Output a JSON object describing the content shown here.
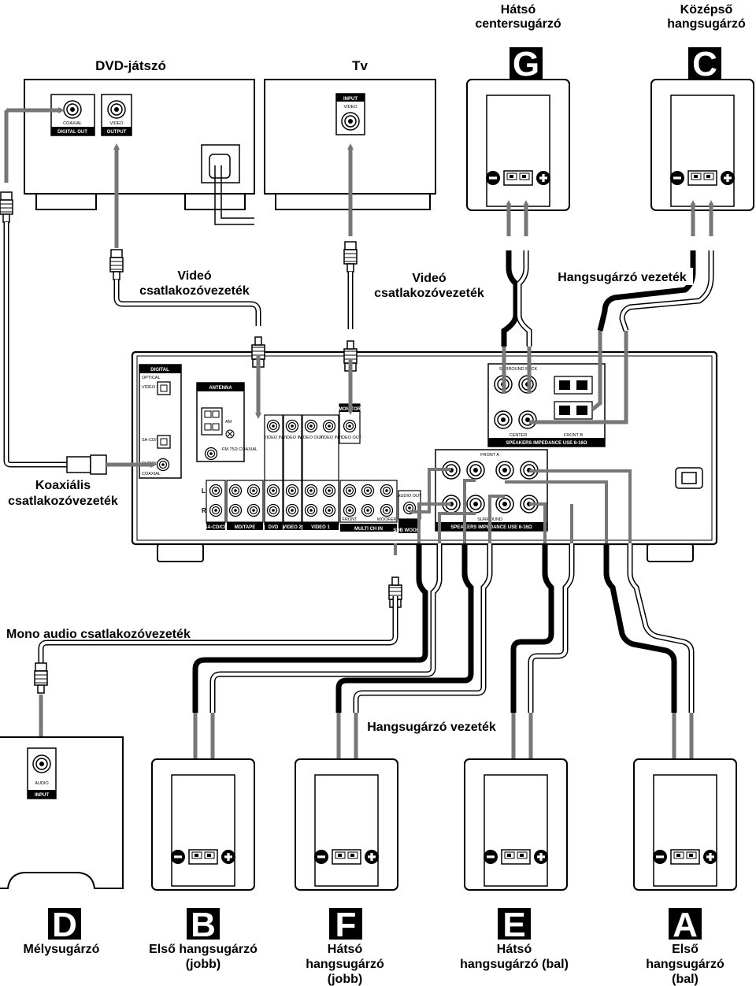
{
  "devices": {
    "dvd_player": "DVD-játszó",
    "tv": "Tv",
    "rear_center_speaker": [
      "Hátsó",
      "centersugárzó"
    ],
    "center_speaker": [
      "Középső",
      "hangsugárzó"
    ],
    "subwoofer": "Mélysugárzó",
    "front_right": [
      "Első hangsugárzó",
      "(jobb)"
    ],
    "rear_right": [
      "Hátsó",
      "hangsugárzó",
      "(jobb)"
    ],
    "rear_left": [
      "Hátsó",
      "hangsugárzó (bal)"
    ],
    "front_left": [
      "Első",
      "hangsugárzó",
      "(bal)"
    ]
  },
  "badges": {
    "rear_center": "G",
    "center": "C",
    "subwoofer": "D",
    "front_right": "B",
    "rear_right": "F",
    "rear_left": "E",
    "front_left": "A"
  },
  "cables": {
    "video_cable_1": [
      "Videó",
      "csatlakozóvezeték"
    ],
    "video_cable_2": [
      "Videó",
      "csatlakozóvezeték"
    ],
    "speaker_cable_top": "Hangsugárzó vezeték",
    "coaxial_cable": [
      "Koaxiális",
      "csatlakozóvezeték"
    ],
    "mono_audio_cable": "Mono audio csatlakozóvezeték",
    "speaker_cable_bottom": "Hangsugárzó vezeték"
  },
  "panel_labels": {
    "dvd_coaxial": "COAXIAL",
    "dvd_digital_out": "DIGITAL OUT",
    "dvd_video": "VIDEO",
    "dvd_output": "OUTPUT",
    "tv_input": "INPUT",
    "tv_video": "VIDEO",
    "digital": "DIGITAL",
    "optical": "OPTICAL",
    "video2_in": "VIDEO 2 IN",
    "sacd_cd_in": "SA-CD/ CD IN",
    "dvd_in": "DVD IN",
    "coaxial": "COAXIAL",
    "antenna": "ANTENNA",
    "am": "AM",
    "fm": "FM 75Ω COAXIAL",
    "monitor": "MONITOR",
    "video_in": "VIDEO IN",
    "video_out": "VIDEO OUT",
    "surround_back": "SURROUND BACK",
    "center": "CENTER",
    "front_b": "FRONT B",
    "speakers_impedance": "SPEAKERS IMPEDANCE USE 8-16Ω",
    "front_a": "FRONT A",
    "surround": "SURROUND",
    "sacd_cd": "SA-CD/CD",
    "md_tape": "MD/TAPE",
    "dvd": "DVD",
    "video_2": "VIDEO 2",
    "video_1": "VIDEO 1",
    "multi_ch_in": "MULTI CH IN",
    "sub_woofer": "SUB WOOFER",
    "audio_out": "AUDIO OUT",
    "sub_audio": "AUDIO",
    "sub_input": "INPUT",
    "r": "R",
    "l": "L",
    "in": "IN",
    "out": "OUT",
    "front": "FRONT",
    "woofer": "WOOFER"
  }
}
